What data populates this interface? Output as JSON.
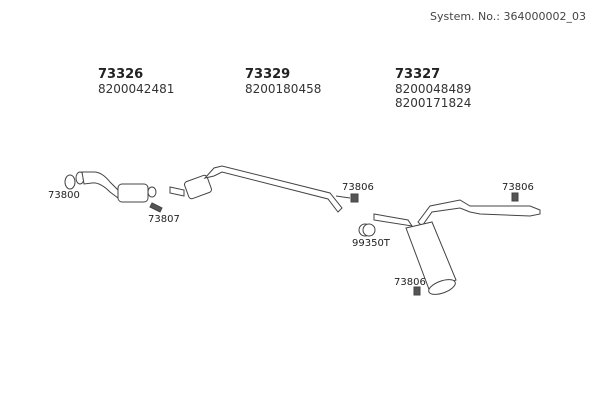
{
  "system_number": "System. No.: 364000002_03",
  "groups": [
    {
      "number": "73326",
      "parts": [
        "8200042481"
      ]
    },
    {
      "number": "73329",
      "parts": [
        "8200180458"
      ]
    },
    {
      "number": "73327",
      "parts": [
        "8200048489",
        "8200171824"
      ]
    }
  ],
  "part_labels": {
    "gasket": "73800",
    "clamp_front": "73807",
    "rubber_mount_mid": "73806",
    "clamp_mid": "99350T",
    "rubber_mount_rear": "73806",
    "rubber_mount_muffler": "73806"
  }
}
